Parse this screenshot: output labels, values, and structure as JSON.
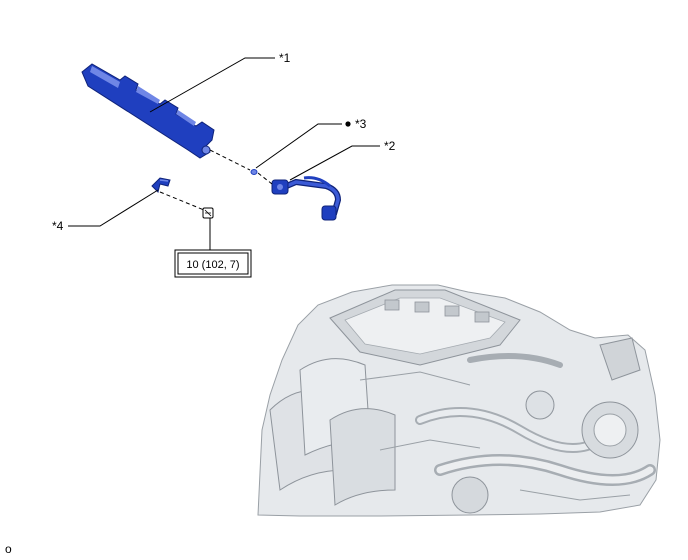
{
  "callouts": {
    "c1": "*1",
    "c2": "*2",
    "c3": "*3",
    "c4": "*4"
  },
  "torque_spec": "10 (102, 7)",
  "footer_code": "o",
  "colors": {
    "part_blue": "#1f3fbf",
    "part_blue_dark": "#0f237a",
    "part_blue_light": "#6f86e6",
    "engine_light": "#e9ecef",
    "engine_mid": "#c9cdd2",
    "engine_dark": "#8e949b",
    "line": "#000000"
  },
  "icons": {
    "non_reusable_mark": "filled-dot-icon"
  }
}
